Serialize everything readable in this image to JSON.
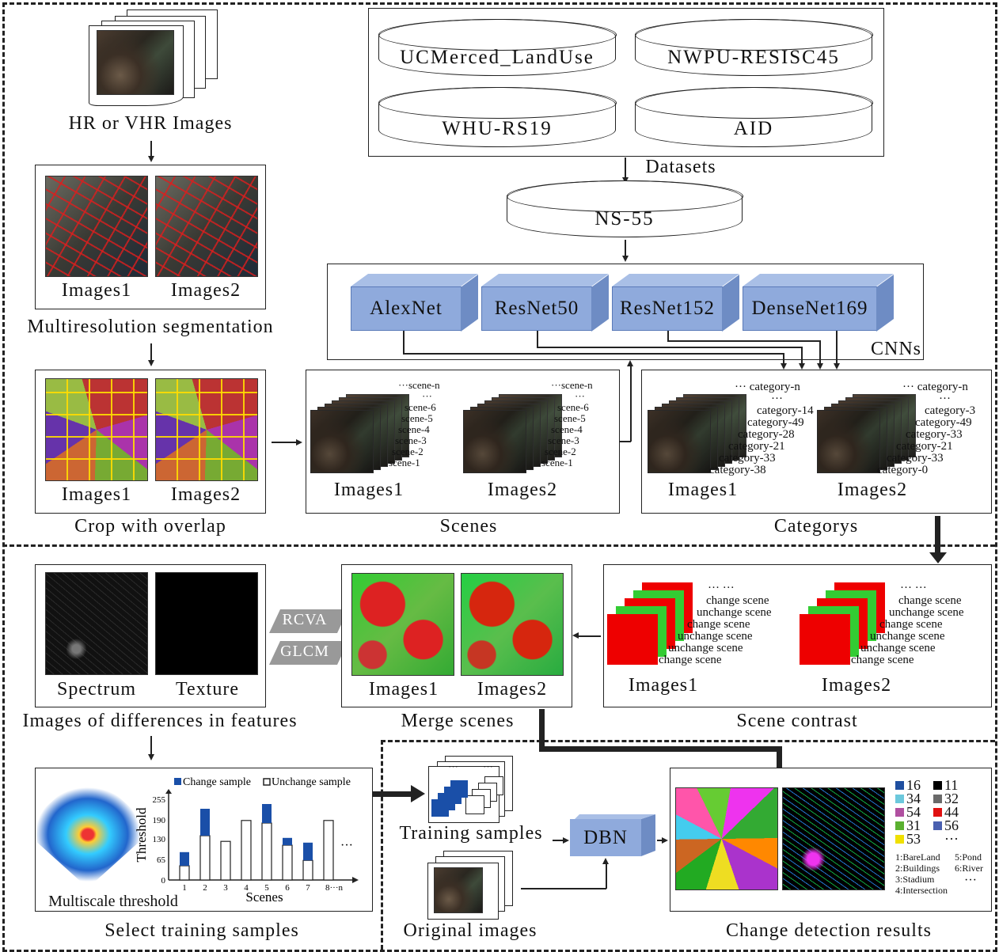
{
  "hr_images": {
    "label": "HR or VHR Images"
  },
  "segmentation": {
    "images": [
      "Images1",
      "Images2"
    ],
    "label": "Multiresolution segmentation"
  },
  "crop": {
    "images": [
      "Images1",
      "Images2"
    ],
    "label": "Crop with overlap"
  },
  "datasets": {
    "items": [
      "UCMerced_LandUse",
      "NWPU-RESISC45",
      "WHU-RS19",
      "AID"
    ],
    "label": "Datasets",
    "merged": "NS-55"
  },
  "cnns": {
    "models": [
      "AlexNet",
      "ResNet50",
      "ResNet152",
      "DenseNet169"
    ],
    "label": "CNNs"
  },
  "scenes": {
    "label": "Scenes",
    "images": [
      "Images1",
      "Images2"
    ],
    "dots": "···",
    "list": [
      "···scene-n",
      "scene-6",
      "scene-5",
      "scene-4",
      "scene-3",
      "scene-2",
      "scene-1"
    ]
  },
  "categorys": {
    "label": "Categorys",
    "images": [
      "Images1",
      "Images2"
    ],
    "dots": "···",
    "list1": [
      "··· category-n",
      "category-14",
      "category-49",
      "category-28",
      "category-21",
      "category-33",
      "category-38"
    ],
    "list2": [
      "··· category-n",
      "category-3",
      "category-49",
      "category-33",
      "category-21",
      "category-33",
      "category-0"
    ]
  },
  "scene_contrast": {
    "label": "Scene contrast",
    "images": [
      "Images1",
      "Images2"
    ],
    "dots": "···   ···",
    "list": [
      "change scene",
      "unchange scene",
      "change scene",
      "unchange scene",
      "unchange scene",
      "change scene"
    ]
  },
  "merge": {
    "label": "Merge scenes",
    "images": [
      "Images1",
      "Images2"
    ]
  },
  "features": {
    "label": "Images of differences in features",
    "spectrum": "Spectrum",
    "texture": "Texture",
    "methods": [
      "RCVA",
      "GLCM"
    ]
  },
  "training": {
    "label": "Select training samples",
    "multiscale": "Multiscale threshold",
    "samples_label": "Training samples",
    "original_label": "Original images",
    "dbn": "DBN"
  },
  "results": {
    "label": "Change detection results",
    "legend": [
      {
        "code": "16",
        "color": "#1f4fa0"
      },
      {
        "code": "11",
        "color": "#000000"
      },
      {
        "code": "34",
        "color": "#6cc8dc"
      },
      {
        "code": "32",
        "color": "#6a6a6a"
      },
      {
        "code": "54",
        "color": "#b050a0"
      },
      {
        "code": "44",
        "color": "#e01010"
      },
      {
        "code": "31",
        "color": "#5ab030"
      },
      {
        "code": "56",
        "color": "#4a60b0"
      },
      {
        "code": "53",
        "color": "#f0e000"
      }
    ],
    "legend_more": "···",
    "classes": [
      "1:BareLand",
      "5:Pond",
      "2:Buildings",
      "6:River",
      "3:Stadium",
      "4:Intersection"
    ],
    "classes_more": "···"
  },
  "chart_data": {
    "type": "bar",
    "title": "",
    "xlabel": "Scenes",
    "ylabel": "Threshold",
    "categories": [
      "1",
      "2",
      "3",
      "4",
      "5",
      "6",
      "7",
      "8···n"
    ],
    "yticks": [
      "0",
      "65",
      "130",
      "190",
      "255"
    ],
    "ylim": [
      0,
      270
    ],
    "series": [
      {
        "name": "Unchange sample",
        "color": "#ffffff",
        "values": [
          45,
          140,
          122,
          188,
          180,
          110,
          62,
          188
        ]
      },
      {
        "name": "Change sample",
        "color": "#1a4fa8",
        "values": [
          43,
          85,
          0,
          0,
          60,
          23,
          56,
          0
        ]
      }
    ],
    "legend": "top",
    "more": "···"
  }
}
